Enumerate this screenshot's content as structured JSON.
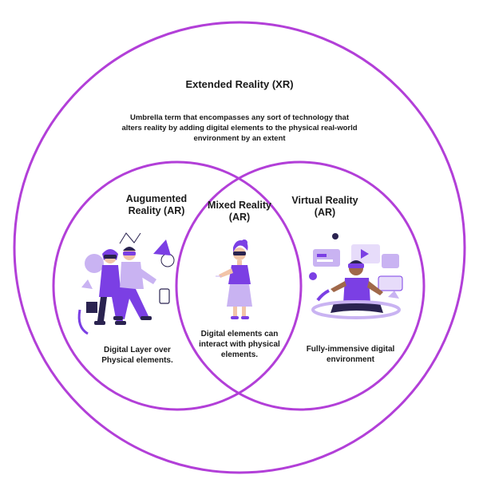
{
  "xr": {
    "title": "Extended Reality (XR)",
    "description": "Umbrella term that encompasses any sort of technology that alters reality by adding digital elements to the physical real-world environment by an extent"
  },
  "ar": {
    "title": "Augumented Reality (AR)",
    "description": "Digital Layer over Physical elements."
  },
  "mr": {
    "title": "Mixed Reality (AR)",
    "description": "Digital elements can interact with physical elements."
  },
  "vr": {
    "title": "Virtual Reality (AR)",
    "description": "Fully-immensive digital environment"
  },
  "colors": {
    "circle_stroke": "#b23fd8",
    "accent_purple": "#7b3fe4",
    "light_purple": "#c9b3f2",
    "skin": "#f2c4a8",
    "dark_navy": "#2a2350"
  }
}
